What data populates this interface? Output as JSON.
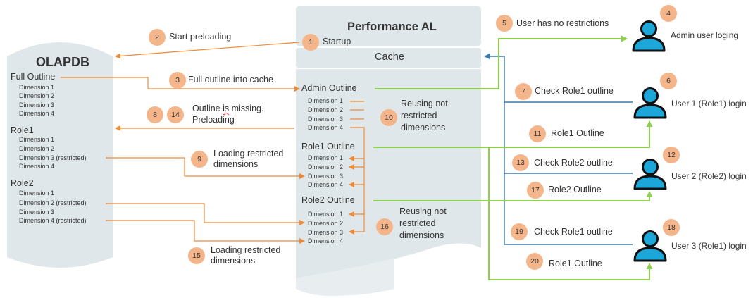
{
  "olap": {
    "title": "OLAPDB",
    "full_outline": "Full Outline",
    "full_dims": [
      "Dimension 1",
      "Dimension 2",
      "Dimension 3",
      "Dimension 4"
    ],
    "role1": "Role1",
    "role1_dims": [
      "Dimension 1",
      "Dimension 2",
      "Dimension 3 (restricted)",
      "Dimension 4"
    ],
    "role2": "Role2",
    "role2_dims": [
      "Dimension 1",
      "Dimension 2 (restricted)",
      "Dimension 3",
      "Dimension 4 (restricted)"
    ]
  },
  "perf": {
    "title": "Performance AL",
    "startup": "Startup",
    "cache": "Cache",
    "admin_outline": "Admin Outline",
    "admin_dims": [
      "Dimension 1",
      "Dimension 2",
      "Dimension 3",
      "Dimension 4"
    ],
    "role1_outline": "Role1 Outline",
    "role1_dims": [
      "Dimension 1",
      "Dimension 2",
      "Dimension 3",
      "Dimension 4"
    ],
    "role2_outline": "Role2 Outline",
    "role2_dims": [
      "Dimension 1",
      "Dimension 2",
      "Dimension 3",
      "Dimension 4"
    ]
  },
  "labels": {
    "start_preloading": "Start preloading",
    "full_into_cache": "Full outline into cache",
    "missing_line1": "Outline",
    "missing_word": "is",
    "missing_line1_end": "missing.",
    "missing_line2": "Preloading",
    "loading_restricted_1_a": "Loading restricted",
    "loading_restricted_1_b": "dimensions",
    "reusing_1_a": "Reusing not",
    "reusing_1_b": "restricted",
    "reusing_1_c": "dimensions",
    "reusing_2_a": "Reusing not",
    "reusing_2_b": "restricted",
    "reusing_2_c": "dimensions",
    "loading_restricted_2_a": "Loading restricted",
    "loading_restricted_2_b": "dimensions",
    "no_restrictions": "User has no restrictions",
    "check_role1_a": "Check Role1 outline",
    "role1_outline_a": "Role1 Outline",
    "check_role2": "Check Role2 outline",
    "role2_outline": "Role2 Outline",
    "check_role1_b": "Check Role1 outline",
    "role1_outline_b": "Role1 Outline"
  },
  "users": {
    "admin": "Admin user loging",
    "user1": "User 1 (Role1) login",
    "user2": "User 2 (Role2) login",
    "user3": "User 3 (Role1) login"
  },
  "steps": [
    "1",
    "2",
    "3",
    "4",
    "5",
    "6",
    "7",
    "8",
    "9",
    "10",
    "11",
    "12",
    "13",
    "14",
    "15",
    "16",
    "17",
    "18",
    "19",
    "20"
  ],
  "colors": {
    "panel": "#dfe7ea",
    "orange": "#ed8b37",
    "green": "#8dcf4f",
    "blue": "#3c79b2",
    "badge": "#f5b58a",
    "user_fill": "#1da6d8"
  }
}
